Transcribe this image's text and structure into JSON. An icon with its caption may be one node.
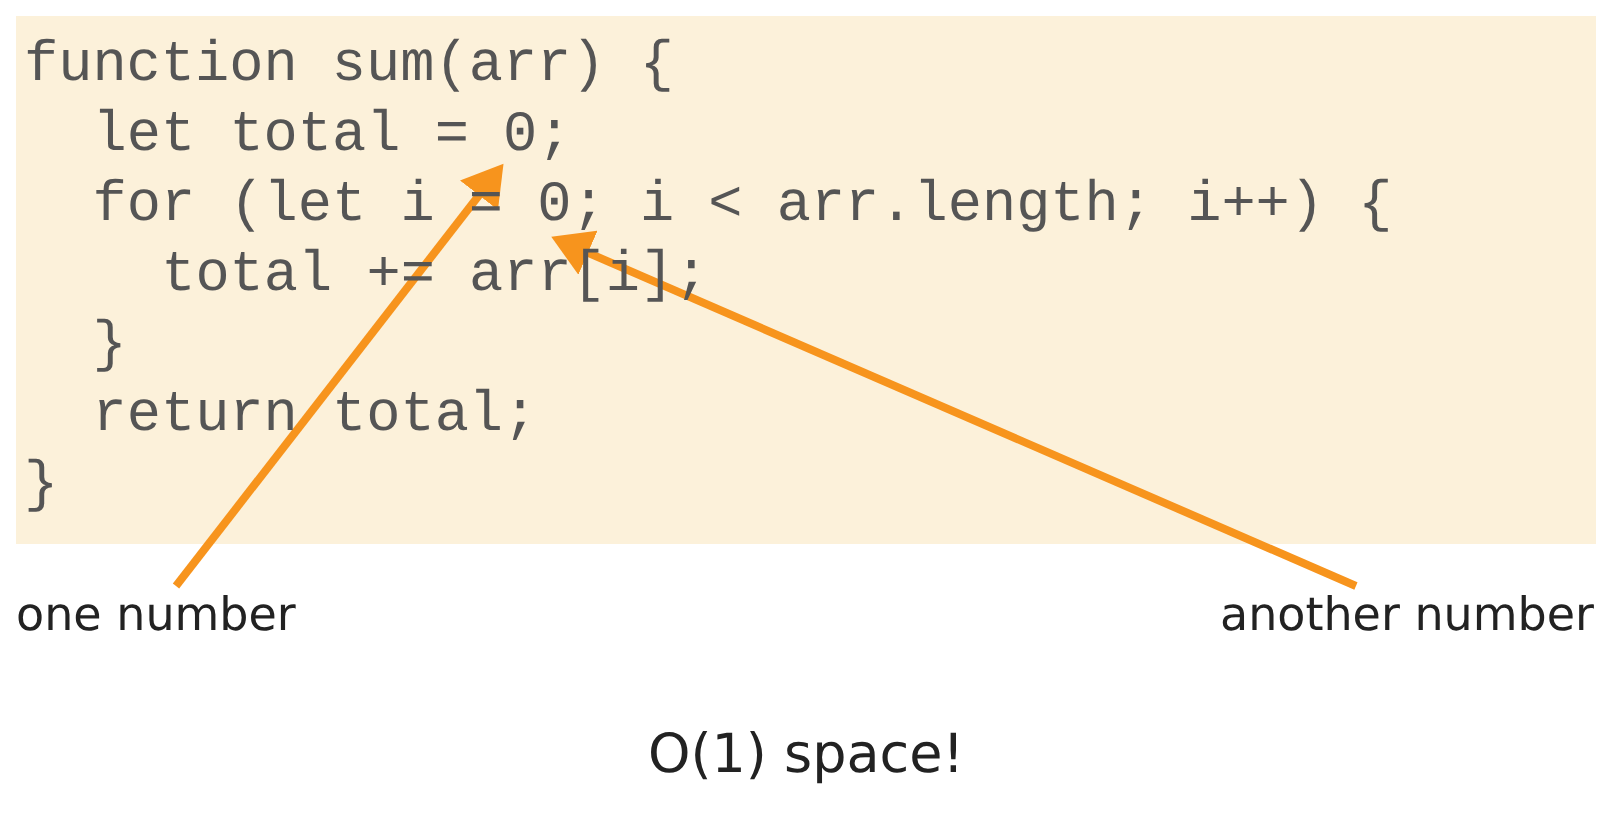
{
  "diagram": {
    "nodes": [
      {
        "text": [
          "one number"
        ]
      },
      {
        "text": [
          "let total = 0;"
        ]
      },
      {
        "text": [
          "another number"
        ]
      },
      {
        "text": [
          "for (let i = 0; i < arr.length; i++) {"
        ]
      }
    ],
    "edges": [
      {
        "from": 0,
        "to": 1,
        "arrow": "to",
        "color": "#f7941d"
      },
      {
        "from": 2,
        "to": 3,
        "arrow": "to",
        "color": "#f7941d"
      }
    ],
    "labels": [
      "function sum(arr) {",
      "total += arr[i];",
      "}",
      "return total;",
      "}",
      "O(1) space!"
    ]
  }
}
